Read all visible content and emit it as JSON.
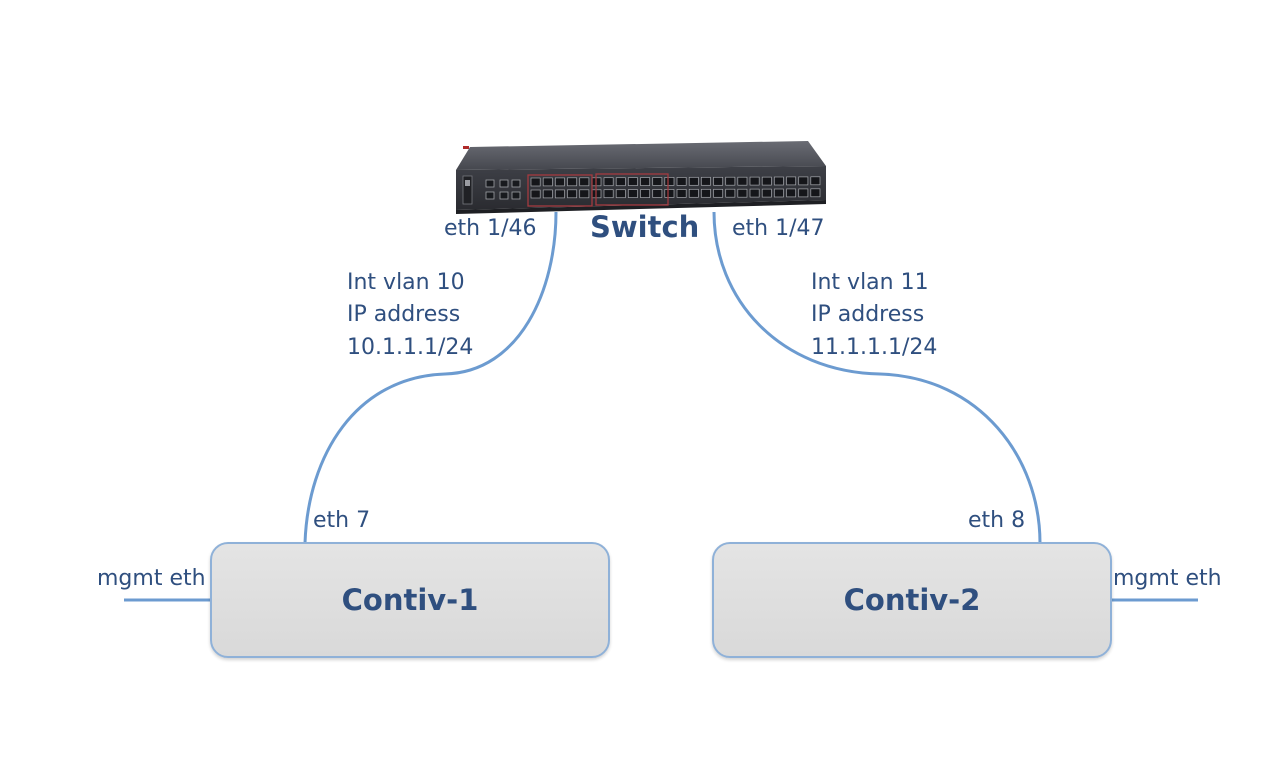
{
  "switch": {
    "title": "Switch",
    "port_left": "eth 1/46",
    "port_right": "eth 1/47"
  },
  "links": {
    "left": {
      "line1": "Int vlan 10",
      "line2": "IP address",
      "line3": "10.1.1.1/24"
    },
    "right": {
      "line1": "Int vlan 11",
      "line2": "IP address",
      "line3": "11.1.1.1/24"
    }
  },
  "hosts": [
    {
      "name": "Contiv-1",
      "port": "eth 7",
      "mgmt": "mgmt eth"
    },
    {
      "name": "Contiv-2",
      "port": "eth 8",
      "mgmt": "mgmt eth"
    }
  ],
  "colors": {
    "text": "#2f4f7f",
    "wire": "#6c9bd0",
    "host_border": "#8fb1d8",
    "host_fill": "#dedede",
    "switch_body": "#3a3b42"
  }
}
